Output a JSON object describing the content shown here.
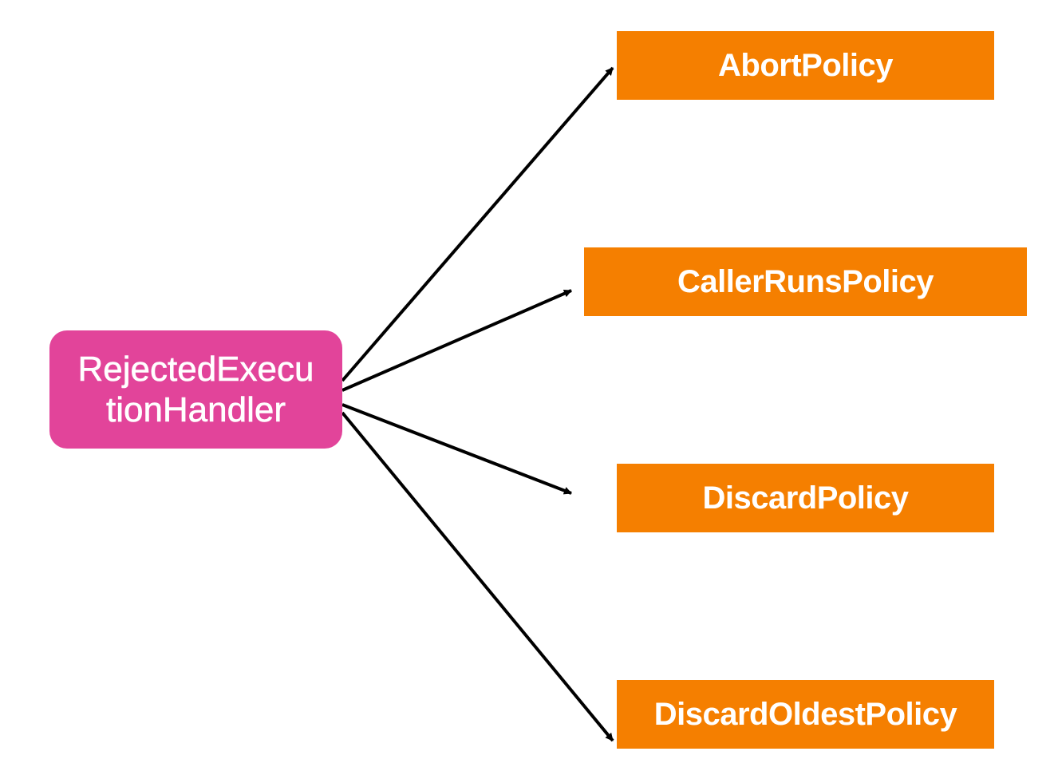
{
  "source": {
    "label": "RejectedExecutionHandler",
    "label_line1": "RejectedExecu",
    "label_line2": "tionHandler",
    "color": "#E2449A"
  },
  "targets": [
    {
      "label": "AbortPolicy",
      "color": "#F57F00"
    },
    {
      "label": "CallerRunsPolicy",
      "color": "#F57F00"
    },
    {
      "label": "DiscardPolicy",
      "color": "#F57F00"
    },
    {
      "label": "DiscardOldestPolicy",
      "color": "#F57F00"
    }
  ],
  "edges": [
    {
      "from": "RejectedExecutionHandler",
      "to": "AbortPolicy"
    },
    {
      "from": "RejectedExecutionHandler",
      "to": "CallerRunsPolicy"
    },
    {
      "from": "RejectedExecutionHandler",
      "to": "DiscardPolicy"
    },
    {
      "from": "RejectedExecutionHandler",
      "to": "DiscardOldestPolicy"
    }
  ],
  "edge_color": "#000000"
}
